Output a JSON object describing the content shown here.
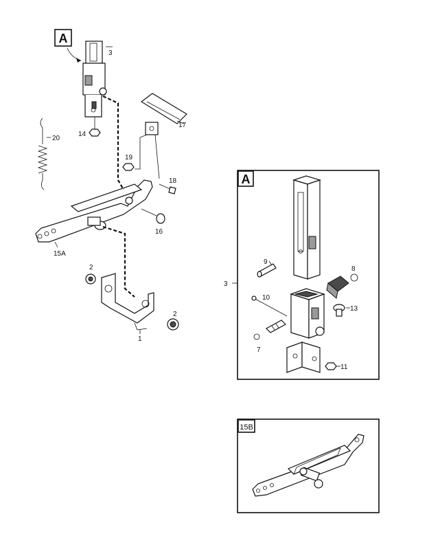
{
  "main_view": {
    "callout_label": "A",
    "part_labels": {
      "p3": "3",
      "p14": "14",
      "p20": "20",
      "p17": "17",
      "p19": "19",
      "p18": "18",
      "p16": "16",
      "p15a": "15A",
      "p2a": "2",
      "p2b": "2",
      "p1": "1"
    }
  },
  "detail_a": {
    "label": "A",
    "part_labels": {
      "p3": "3",
      "p9": "9",
      "p8": "8",
      "p10": "10",
      "p13": "13",
      "p7": "7",
      "p11": "11"
    }
  },
  "detail_15b": {
    "label": "15B"
  }
}
